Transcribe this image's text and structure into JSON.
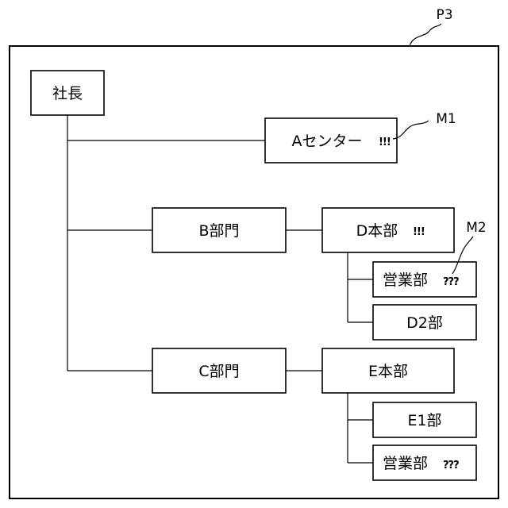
{
  "figure": {
    "panel_label": "P3",
    "callout_m1": "M1",
    "callout_m2": "M2"
  },
  "nodes": {
    "president": "社長",
    "a_center": "Aセンター",
    "b_division": "B部門",
    "c_division": "C部門",
    "d_hq": "D本部",
    "d_sales": "営業部",
    "d2_dept": "D2部",
    "e_hq": "E本部",
    "e1_dept": "E1部",
    "e_sales": "営業部"
  },
  "marks": {
    "a_center_mark": "!!!",
    "d_hq_mark": "!!!",
    "d_sales_mark": "???",
    "e_sales_mark": "???"
  }
}
